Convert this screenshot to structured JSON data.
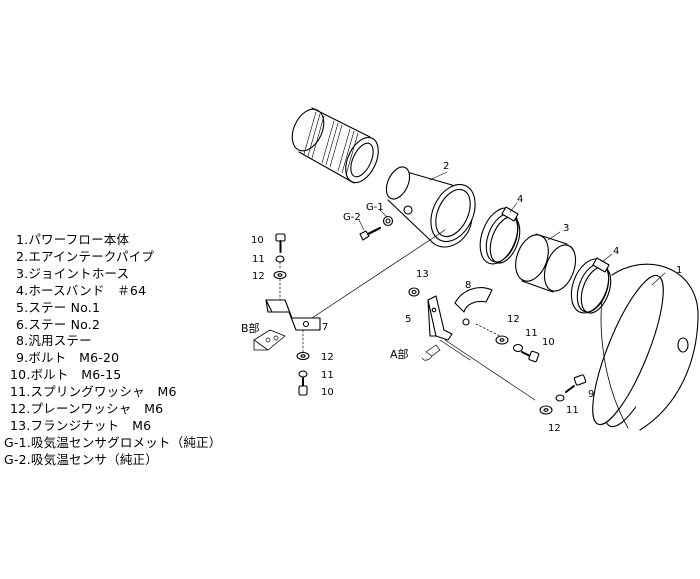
{
  "parts_list": [
    "1.パワーフロー本体",
    "2.エアインテークパイプ",
    "3.ジョイントホース",
    "4.ホースバンド　＃64",
    "5.ステー No.1",
    "6.ステー No.2",
    "8.汎用ステー",
    "9.ボルト　M6-20",
    "10.ボルト　M6-15",
    "11.スプリングワッシャ　M6",
    "12.プレーンワッシャ　M6",
    "13.フランジナット　M6",
    "G-1.吸気温センサグロメット（純正）",
    "G-2.吸気温センサ（純正）"
  ],
  "callouts": {
    "c1": "1",
    "c2": "2",
    "c3": "3",
    "c4a": "4",
    "c4b": "4",
    "g1": "G-1",
    "g2": "G-2",
    "c10a": "10",
    "c11a": "11",
    "c12a": "12",
    "c7": "7",
    "c12b": "12",
    "c11b": "11",
    "c10b": "10",
    "c13": "13",
    "c8": "8",
    "c5": "5",
    "c12c": "12",
    "c11c": "11",
    "c10c": "10",
    "c9": "9",
    "c11d": "11",
    "c12d": "12"
  },
  "detail_labels": {
    "b": "B部",
    "a": "A部"
  }
}
